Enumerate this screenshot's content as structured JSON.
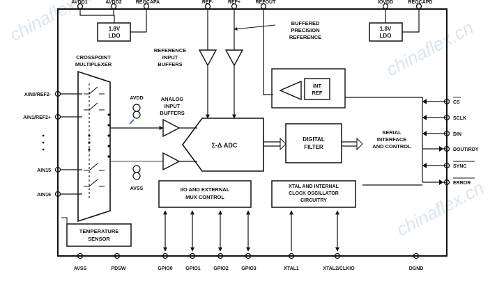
{
  "top_pins": [
    "AVDD1",
    "AVDD2",
    "REGCAPA",
    "REF-",
    "REF+",
    "REFOUT",
    "IOVDD",
    "REGCAPD"
  ],
  "bottom_pins": [
    "AVSS",
    "PDSW",
    "GPIO0",
    "GPIO1",
    "GPIO2",
    "GPIO3",
    "XTAL1",
    "XTAL2/CLKIO",
    "DGND"
  ],
  "left_pins": [
    "AIN0/REF2-",
    "AIN1/REF2+",
    "AIN15",
    "AIN16"
  ],
  "right_pins": [
    "CS",
    "SCLK",
    "DIN",
    "DOUT/RDY",
    "SYNC",
    "ERROR"
  ],
  "blocks": {
    "ldo_analog": [
      "1.8V",
      "LDO"
    ],
    "ldo_digital": [
      "1.8V",
      "LDO"
    ],
    "crosspoint": [
      "CROSSPOINT",
      "MULTIPLEXER"
    ],
    "ref_buffers": [
      "REFERENCE",
      "INPUT",
      "BUFFERS"
    ],
    "buffered_ref": [
      "BUFFERED",
      "PRECISION",
      "REFERENCE"
    ],
    "int_ref": [
      "INT",
      "REF"
    ],
    "analog_buffers": [
      "ANALOG",
      "INPUT",
      "BUFFERS"
    ],
    "adc": "Σ-Δ ADC",
    "digital_filter": [
      "DIGITAL",
      "FILTER"
    ],
    "serial": [
      "SERIAL",
      "INTERFACE",
      "AND CONTROL"
    ],
    "gpio": [
      "I/O AND EXTERNAL",
      "MUX CONTROL"
    ],
    "xtal": [
      "XTAL AND INTERNAL",
      "CLOCK OSCILLATOR",
      "CIRCUITRY"
    ],
    "temp": [
      "TEMPERATURE",
      "SENSOR"
    ],
    "avdd_label": "AVDD",
    "avss_label": "AVSS"
  },
  "watermarks": [
    "chinaflex.cn",
    "chinaflex.cn",
    "chinaflex.cn"
  ]
}
